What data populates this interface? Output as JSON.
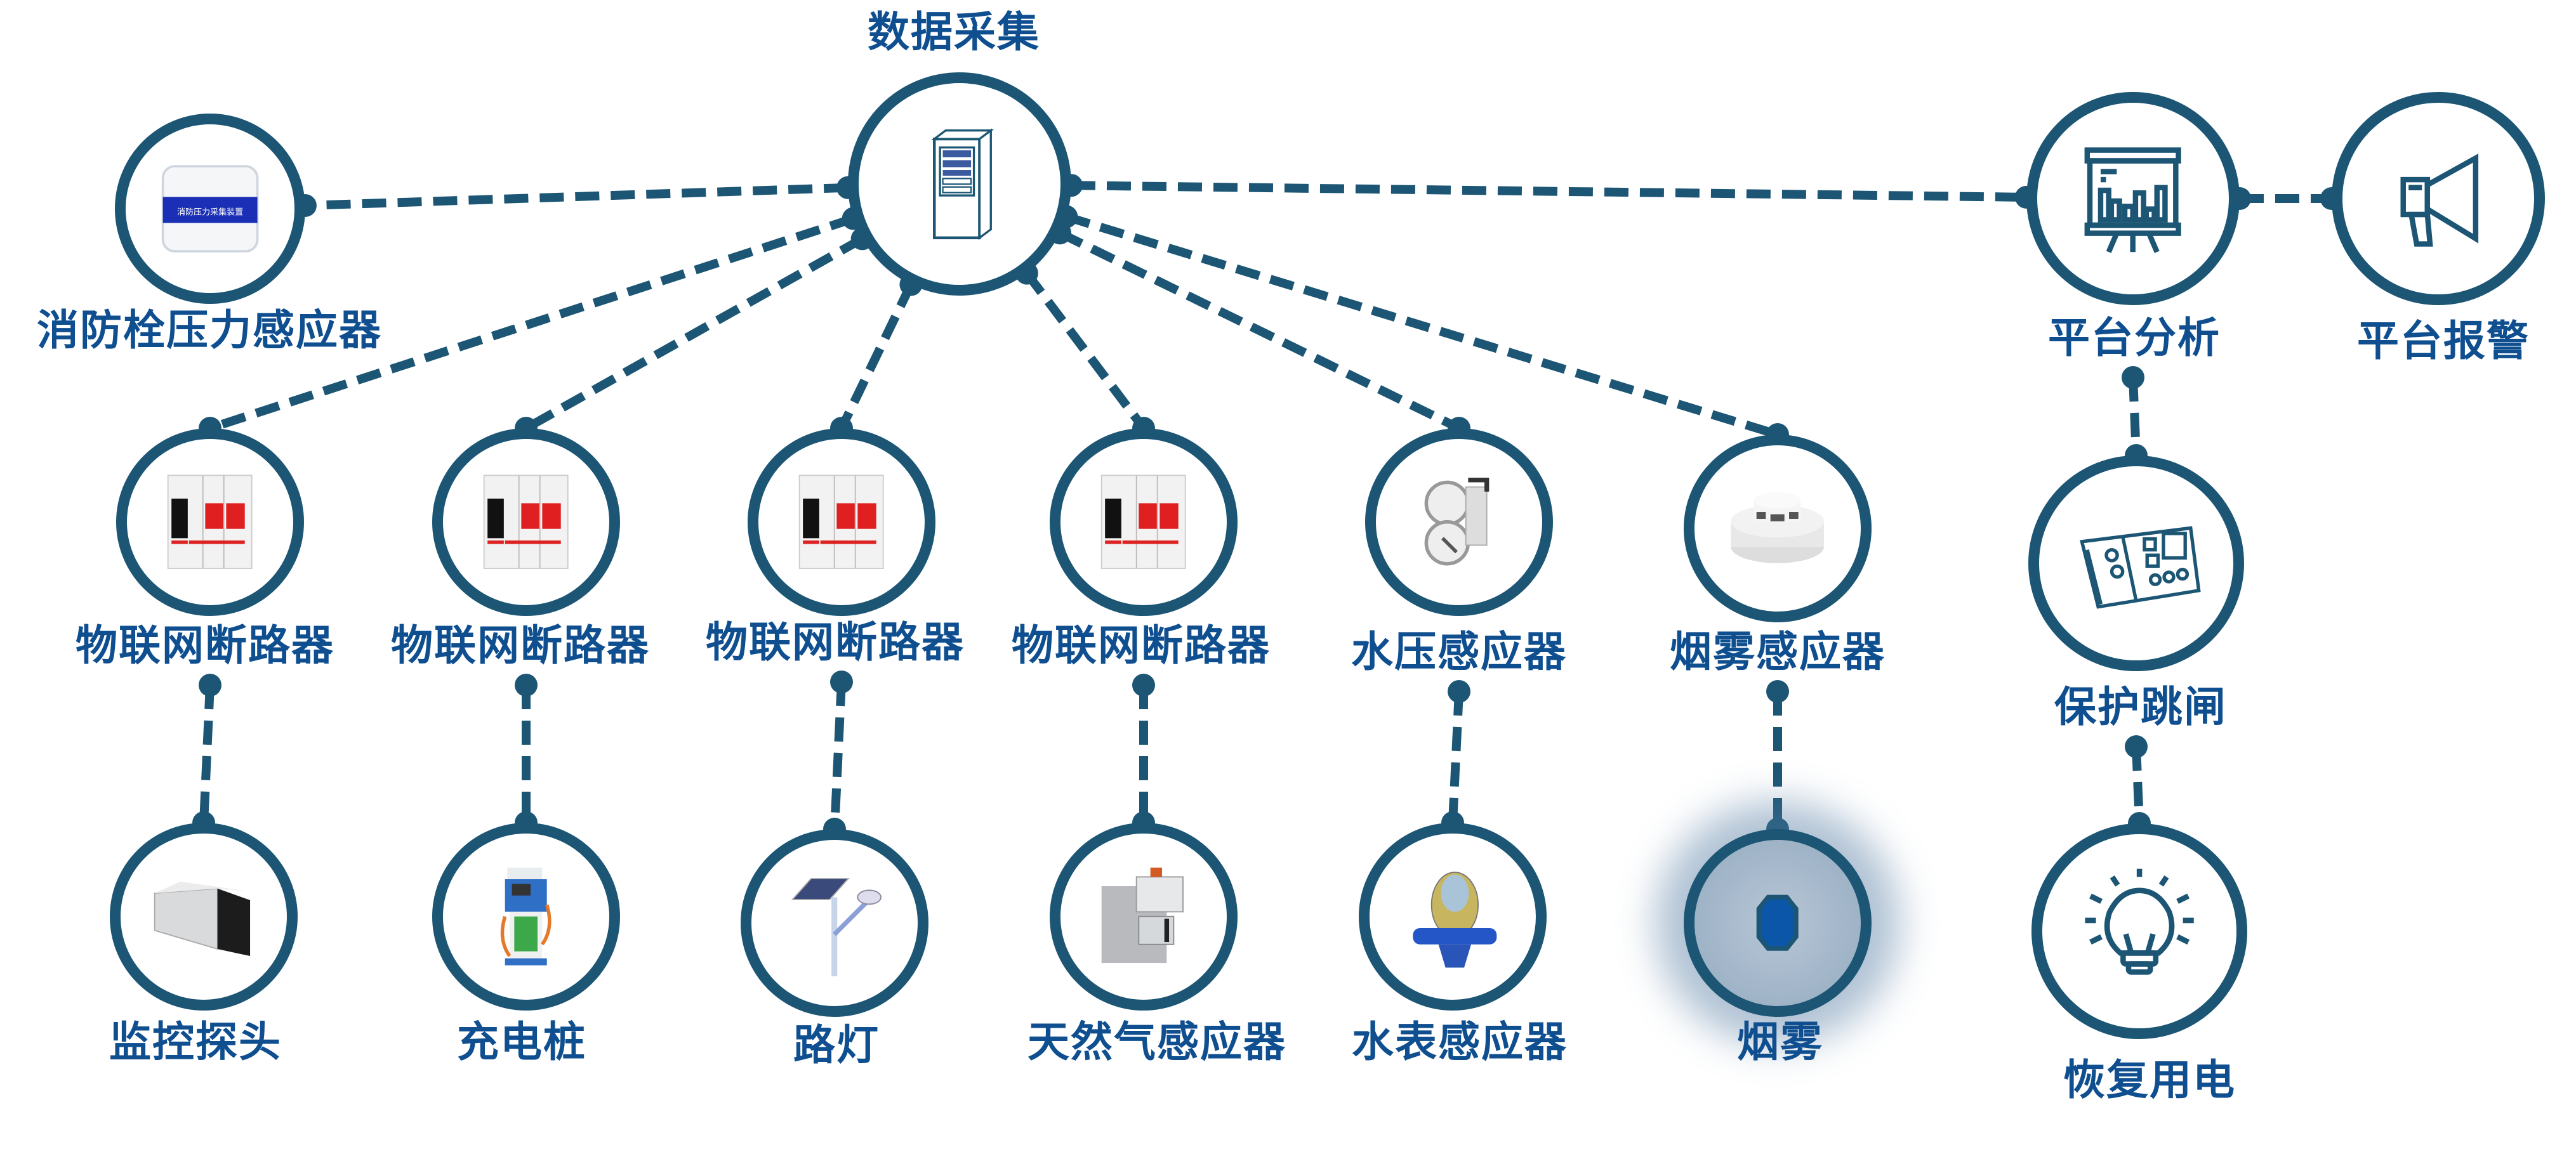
{
  "colors": {
    "line": "#1c5674",
    "text": "#0f4f90",
    "highlight_fill": "#0b56a8"
  },
  "hub": {
    "id": "data-collection",
    "label": "数据采集",
    "icon": "server-cabinet-icon"
  },
  "nodes": [
    {
      "id": "hydrant-pressure",
      "label": "消防栓压力感应器",
      "icon": "pressure-collector-device-icon",
      "device_text": "消防压力采集装置"
    },
    {
      "id": "iot-breaker-1",
      "label": "物联网断路器",
      "icon": "circuit-breaker-icon"
    },
    {
      "id": "iot-breaker-2",
      "label": "物联网断路器",
      "icon": "circuit-breaker-icon"
    },
    {
      "id": "iot-breaker-3",
      "label": "物联网断路器",
      "icon": "circuit-breaker-icon"
    },
    {
      "id": "iot-breaker-4",
      "label": "物联网断路器",
      "icon": "circuit-breaker-icon"
    },
    {
      "id": "water-pressure",
      "label": "水压感应器",
      "icon": "pressure-gauge-icon"
    },
    {
      "id": "smoke-sensor",
      "label": "烟雾感应器",
      "icon": "smoke-detector-icon"
    },
    {
      "id": "camera",
      "label": "监控探头",
      "icon": "surveillance-camera-icon"
    },
    {
      "id": "charger",
      "label": "充电桩",
      "icon": "ev-charger-icon"
    },
    {
      "id": "streetlight",
      "label": "路灯",
      "icon": "solar-street-light-icon"
    },
    {
      "id": "gas-sensor",
      "label": "天然气感应器",
      "icon": "gas-meter-icon"
    },
    {
      "id": "water-meter",
      "label": "水表感应器",
      "icon": "water-meter-icon"
    },
    {
      "id": "smoke",
      "label": "烟雾",
      "icon": "smoke-octagon-icon"
    },
    {
      "id": "platform-analysis",
      "label": "平台分析",
      "icon": "presentation-chart-icon"
    },
    {
      "id": "platform-alarm",
      "label": "平台报警",
      "icon": "megaphone-icon"
    },
    {
      "id": "protect-trip",
      "label": "保护跳闸",
      "icon": "control-panel-icon"
    },
    {
      "id": "restore-power",
      "label": "恢复用电",
      "icon": "light-bulb-icon"
    }
  ],
  "edges": [
    [
      "data-collection",
      "hydrant-pressure"
    ],
    [
      "data-collection",
      "iot-breaker-1"
    ],
    [
      "data-collection",
      "iot-breaker-2"
    ],
    [
      "data-collection",
      "iot-breaker-3"
    ],
    [
      "data-collection",
      "iot-breaker-4"
    ],
    [
      "data-collection",
      "water-pressure"
    ],
    [
      "data-collection",
      "smoke-sensor"
    ],
    [
      "data-collection",
      "platform-analysis"
    ],
    [
      "iot-breaker-1",
      "camera"
    ],
    [
      "iot-breaker-2",
      "charger"
    ],
    [
      "iot-breaker-3",
      "streetlight"
    ],
    [
      "iot-breaker-4",
      "gas-sensor"
    ],
    [
      "water-pressure",
      "water-meter"
    ],
    [
      "smoke-sensor",
      "smoke"
    ],
    [
      "platform-analysis",
      "platform-alarm"
    ],
    [
      "platform-analysis",
      "protect-trip"
    ],
    [
      "protect-trip",
      "restore-power"
    ]
  ]
}
